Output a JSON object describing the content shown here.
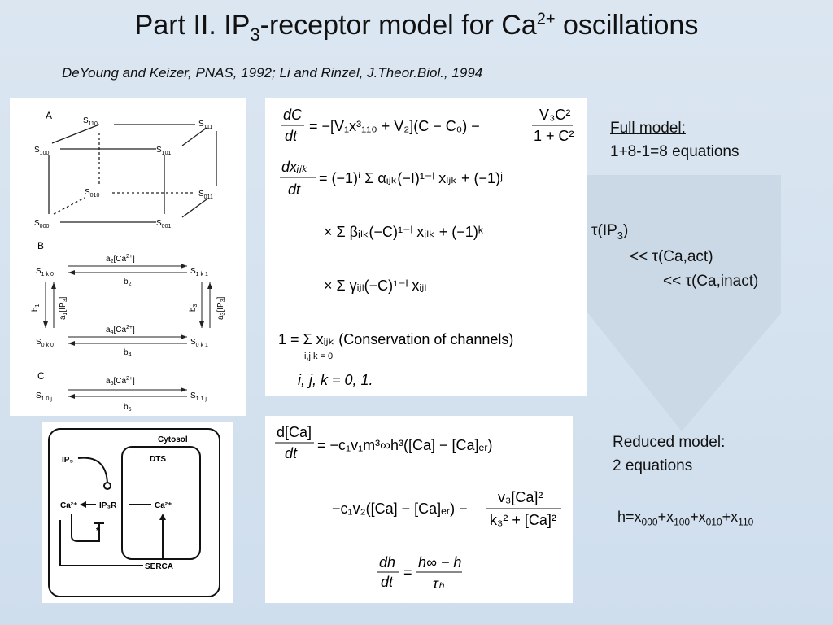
{
  "title_pre": "Part II. IP",
  "title_sub": "3",
  "title_mid": "-receptor model for Ca",
  "title_sup": "2+",
  "title_post": " oscillations",
  "citation": "DeYoung and Keizer, PNAS, 1992; Li and Rinzel, J.Theor.Biol., 1994",
  "full_model": {
    "heading": "Full model:",
    "equations": "1+8-1=8 equations"
  },
  "timescales": {
    "line1_pre": "τ(IP",
    "line1_sub": "3",
    "line1_post": ")",
    "line2": "<< τ(Ca,act)",
    "line3": "<< τ(Ca,inact)"
  },
  "reduced_model": {
    "heading": "Reduced model:",
    "equations": "2 equations"
  },
  "h_def": {
    "h": "h=x",
    "s1": "000",
    "p1": "+x",
    "s2": "100",
    "p2": "+x",
    "s3": "010",
    "p3": "+x",
    "s4": "110"
  },
  "state_diagram": {
    "section_a": "A",
    "section_b": "B",
    "section_c": "C",
    "cube_nodes": [
      "S110",
      "S111",
      "S100",
      "S101",
      "S010",
      "S011",
      "S000",
      "S001"
    ],
    "b_nodes": [
      "S1k0",
      "S1k1",
      "S0k0",
      "S0k1"
    ],
    "c_nodes": [
      "S10j",
      "S11j"
    ],
    "rates": {
      "a2": "a2[Ca2+]",
      "b2": "b2",
      "a4": "a4[Ca2+]",
      "b4": "b4",
      "a5": "a5[Ca2+]",
      "b5": "b5",
      "b1": "b1",
      "a1": "a1[IP3]",
      "b3": "b3",
      "a3": "a3[IP3]"
    }
  },
  "cell_diagram": {
    "cytosol": "Cytosol",
    "dts": "DTS",
    "ip3": "IP₃",
    "ca_left": "Ca²⁺",
    "ip3r": "IP₃R",
    "ca_right": "Ca²⁺",
    "serca": "SERCA",
    "star": "*"
  },
  "eq_full": {
    "dC": "dC",
    "dt": "dt",
    "rhs1": "= −[V₁x³₁₁₀ + V₂](C − C₀) −",
    "v3": "V₃C²",
    "den": "1 + C²",
    "dx": "dxᵢⱼₖ",
    "dt2": "dt",
    "rhs2": "= (−1)ⁱ Σ αᵢⱼₖ(−I)¹⁻ˡ xₗⱼₖ + (−1)ʲ",
    "rhs3": "× Σ βᵢₗₖ(−C)¹⁻ˡ xᵢₗₖ + (−1)ᵏ",
    "rhs4": "× Σ γᵢⱼₗ(−C)¹⁻ˡ xᵢⱼₗ",
    "cons": "1 = Σ xᵢⱼₖ (Conservation of channels)",
    "cons_sub": "i,j,k = 0",
    "range": "i, j, k = 0, 1."
  },
  "eq_reduced": {
    "dCa": "d[Ca]",
    "dt": "dt",
    "rhs1": "= −c₁v₁m³∞h³([Ca] − [Ca]ₑᵣ)",
    "rhs2": "−c₁v₂([Ca] − [Ca]ₑᵣ) −",
    "num": "v₃[Ca]²",
    "den": "k₃² + [Ca]²",
    "dh": "dh",
    "dt2": "dt",
    "eq": "=",
    "hnum": "h∞ − h",
    "hden": "τₕ"
  }
}
